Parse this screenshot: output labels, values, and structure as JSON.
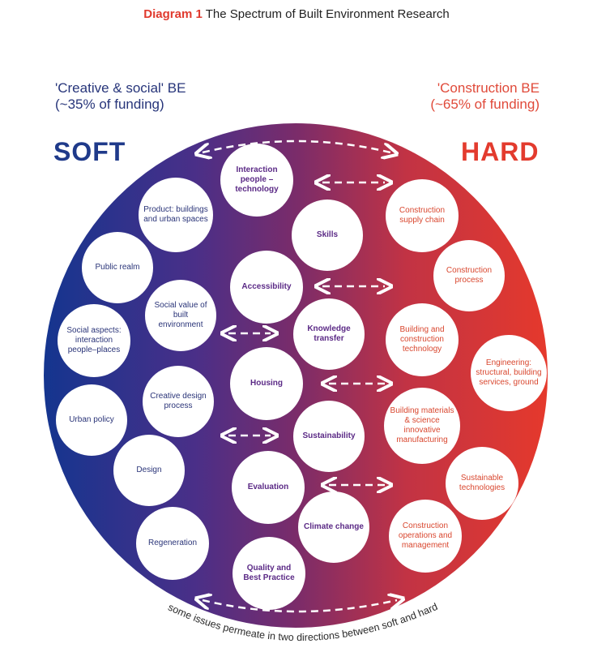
{
  "title": {
    "number": "Diagram 1",
    "text": "The Spectrum of Built Environment Research"
  },
  "left_caption": {
    "line1": "'Creative & social' BE",
    "line2": "(~35% of funding)"
  },
  "right_caption": {
    "line1": "'Construction BE",
    "line2": "(~65% of funding)"
  },
  "soft_label": "SOFT",
  "hard_label": "HARD",
  "bottom_note": "some issues permeate in two directions between soft and hard",
  "colors": {
    "soft": "#1b2f8f",
    "mid": "#6a2a7a",
    "hard": "#e5392c"
  },
  "soft_bubbles": [
    "Product: buildings and urban spaces",
    "Public realm",
    "Social value of built environment",
    "Social aspects: interaction people–places",
    "Creative design process",
    "Urban policy",
    "Design",
    "Regeneration"
  ],
  "mid_bubbles": [
    "Interaction people – technology",
    "Skills",
    "Accessibility",
    "Knowledge transfer",
    "Housing",
    "Sustainability",
    "Evaluation",
    "Climate change",
    "Quality and Best Practice"
  ],
  "hard_bubbles": [
    "Construction supply chain",
    "Construction process",
    "Building and construction technology",
    "Engineering: structural, building services, ground",
    "Building materials & science innovative manufacturing",
    "Sustainable technologies",
    "Construction operations and management"
  ]
}
